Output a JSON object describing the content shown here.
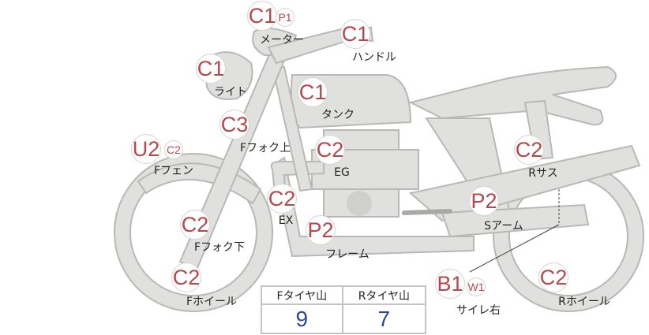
{
  "parts": [
    {
      "id": "meter",
      "label": "メーター",
      "grade": "C1",
      "sub": "P1"
    },
    {
      "id": "handle",
      "label": "ハンドル",
      "grade": "C1"
    },
    {
      "id": "light",
      "label": "ライト",
      "grade": "C1"
    },
    {
      "id": "tank",
      "label": "タンク",
      "grade": "C1"
    },
    {
      "id": "ffork-upper",
      "label": "Fフォク上",
      "grade": "C3"
    },
    {
      "id": "ffender",
      "label": "Fフェン",
      "grade": "U2",
      "sub": "C2"
    },
    {
      "id": "eg",
      "label": "EG",
      "grade": "C2"
    },
    {
      "id": "ex",
      "label": "EX",
      "grade": "C2"
    },
    {
      "id": "ffork-lower",
      "label": "Fフォク下",
      "grade": "C2"
    },
    {
      "id": "frame",
      "label": "フレーム",
      "grade": "P2"
    },
    {
      "id": "swingarm",
      "label": "Sアーム",
      "grade": "P2"
    },
    {
      "id": "rsus",
      "label": "Rサス",
      "grade": "C2"
    },
    {
      "id": "fwheel",
      "label": "Fホイール",
      "grade": "C2"
    },
    {
      "id": "muffler-right",
      "label": "サイレ右",
      "grade": "B1",
      "sub": "W1"
    },
    {
      "id": "rwheel",
      "label": "Rホイール",
      "grade": "C2"
    }
  ],
  "tire_table": {
    "headers": [
      "Fタイヤ山",
      "Rタイヤ山"
    ],
    "values": [
      "9",
      "7"
    ]
  },
  "colors": {
    "grade": "#b5484d",
    "value": "#2d4a8a",
    "body": "#e0e0de",
    "outline": "#b8b8b6"
  }
}
